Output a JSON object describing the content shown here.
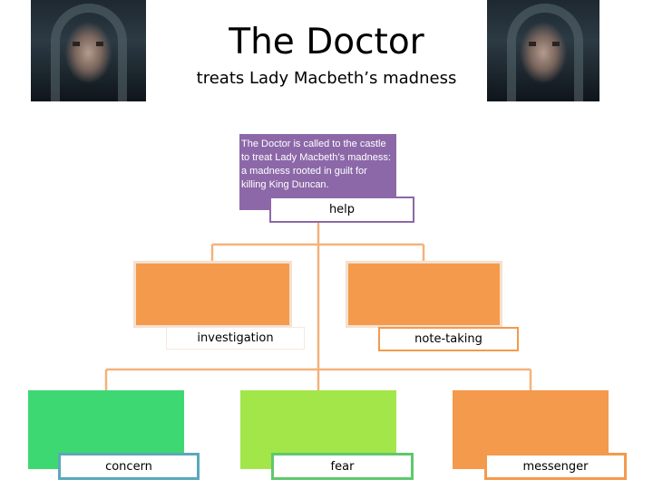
{
  "title": "The Doctor",
  "subtitle": "treats Lady Macbeth’s madness",
  "root": {
    "description": "The Doctor is called to the castle to treat Lady Macbeth’s madness: a madness rooted in guilt for killing King Duncan.",
    "label": "help"
  },
  "level2": [
    {
      "label": "investigation"
    },
    {
      "label": "note-taking"
    }
  ],
  "level3": [
    {
      "label": "concern"
    },
    {
      "label": "fear"
    },
    {
      "label": "messenger"
    }
  ],
  "colors": {
    "purple": "#8c68a8",
    "orange": "#f49a4c",
    "green": "#3ed873",
    "lime": "#a3e64a",
    "connector": "#f4b27a"
  }
}
